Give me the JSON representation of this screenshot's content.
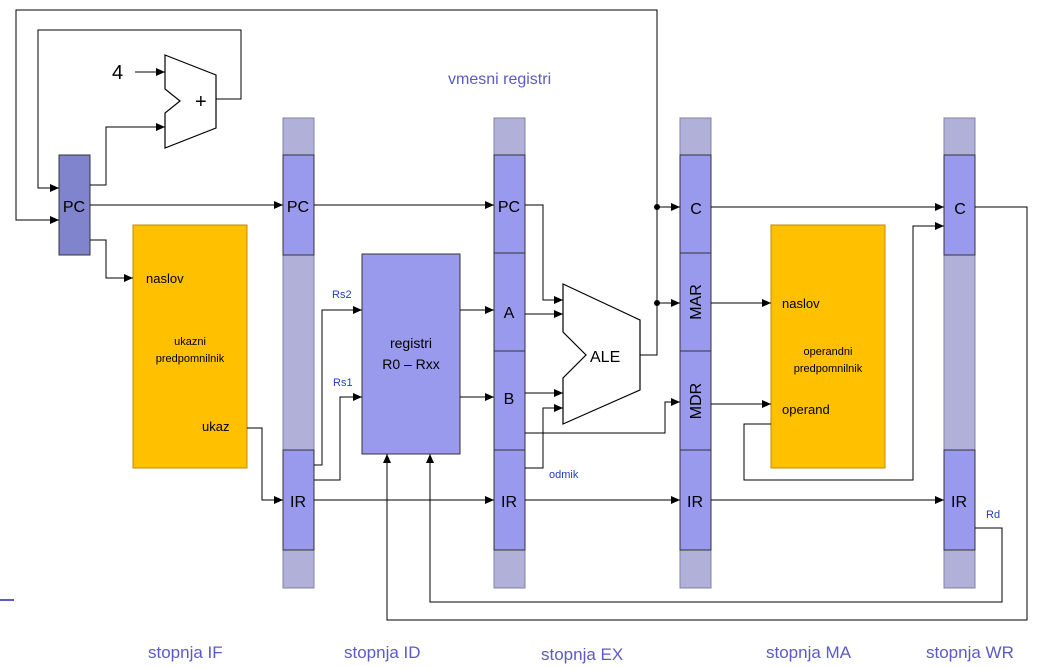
{
  "title": "vmesni registri",
  "stages": [
    "stopnja IF",
    "stopnja ID",
    "stopnja EX",
    "stopnja MA",
    "stopnja WR"
  ],
  "registers": {
    "pc_main": "PC",
    "if_id": {
      "pc": "PC",
      "ir": "IR"
    },
    "id_ex": {
      "pc": "PC",
      "a": "A",
      "b": "B",
      "ir": "IR"
    },
    "ex_ma": {
      "c": "C",
      "mar": "MAR",
      "mdr": "MDR",
      "ir": "IR"
    },
    "ma_wr": {
      "c": "C",
      "ir": "IR"
    }
  },
  "adder": {
    "input_const": "4",
    "symbol": "+"
  },
  "instruction_cache": {
    "address": "naslov",
    "name_line1": "ukazni",
    "name_line2": "predpomnilnik",
    "output": "ukaz"
  },
  "register_file": {
    "line1": "registri",
    "line2": "R0 – Rxx",
    "rs2": "Rs2",
    "rs1": "Rs1"
  },
  "alu": {
    "label": "ALE",
    "offset": "odmik"
  },
  "data_cache": {
    "address": "naslov",
    "name_line1": "operandni",
    "name_line2": "predpomnilnik",
    "operand": "operand"
  },
  "writeback": {
    "rd": "Rd"
  },
  "colors": {
    "register": "#9999ee",
    "pipeline_bar": "#b0b0d8",
    "cache": "#ffc000",
    "label_blue": "#1f3fbf",
    "stage_text": "#5a5ac8"
  }
}
